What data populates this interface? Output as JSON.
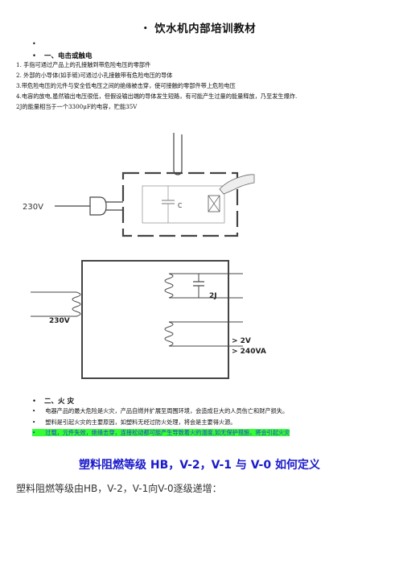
{
  "title": "饮水机内部培训教材",
  "section1": {
    "heading": "一、电击或触电",
    "lines": [
      "1.  手指可通过产品上的孔接触到带危险电压的零部件",
      "2.  外部的小导体(如手链)可通过小孔接触带有危险电压的导体",
      "3.带危险电压的元件与安全低电压之间的绝缘被击穿，使可接触的零部件带上危险电压",
      "4.电容的放电,虽然输出电压很低，但假设输出端的导体发生短路，有可能产生过量的能量释放，乃至发生爆炸.",
      "2J的能量相当于一个3300μF的电容，贮能35V"
    ]
  },
  "figure1": {
    "voltage_label": "230V",
    "cap_label": "C"
  },
  "figure2": {
    "voltage_label": "230V",
    "energy_label": "2J",
    "out1": "> 2V",
    "out2": "> 240VA"
  },
  "section2": {
    "heading": "二、火      灾",
    "bullets": [
      "电器产品的最大危险是火灾，产品自燃并扩展至周围环境，会造成巨大的人员伤亡和财产损失。",
      "塑料是引起火灾的主要原因，如塑料无经过防火处理，将会是主要得火源。"
    ],
    "highlight": "过载，元件失效，绝缘击穿，连接松动都可能产生导致着火的温度,如无保护措施，将会引起火灾"
  },
  "section3": {
    "heading": "塑料阻燃等级 HB，V-2，V-1 与 V-0 如何定义",
    "line": "塑料阻燃等级由HB，V-2，V-1向V-0逐级递增："
  }
}
